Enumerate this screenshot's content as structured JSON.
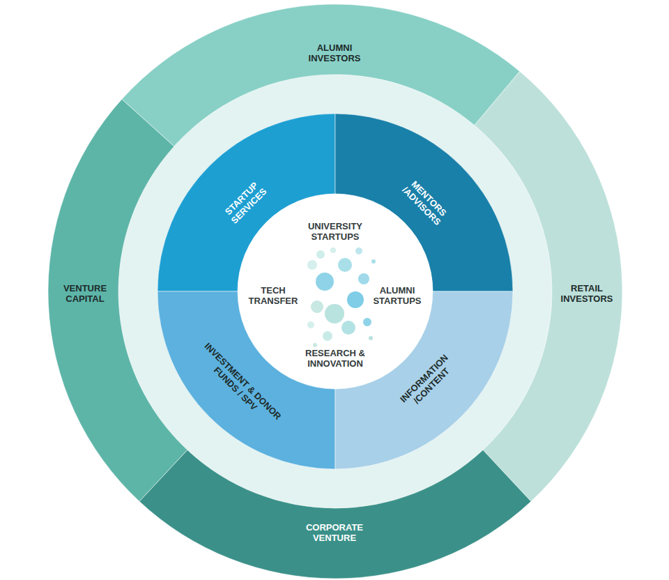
{
  "diagram": {
    "nodes": [
      {
        "text": [
          "ALUMNI INVESTORS"
        ]
      },
      {
        "text": [
          "VENTURE CAPITAL"
        ]
      },
      {
        "text": [
          "RETAIL INVESTORS"
        ]
      },
      {
        "text": [
          "STARTUP SERVICES"
        ]
      },
      {
        "text": [
          "MENTORS /ADVISORS"
        ]
      },
      {
        "text": [
          "UNIVERSITY STARTUPS",
          "TECH TRANSFER",
          "ALUMNI STARTUPS",
          "RESEARCH & INNOVATION"
        ]
      },
      {
        "text": [
          "INVESTMENT & DONOR FUNDS / SPV"
        ]
      },
      {
        "text": [
          "INFORMATION /CONTENT"
        ]
      },
      {
        "text": [
          "CORPORATE VENTURE"
        ]
      }
    ]
  }
}
